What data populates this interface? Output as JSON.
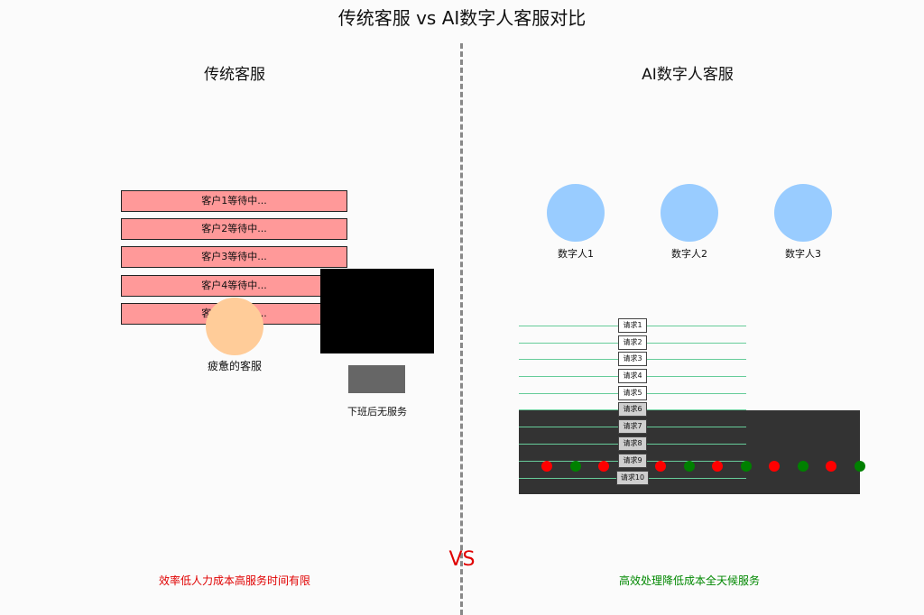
{
  "title": "传统客服 vs AI数字人客服对比",
  "left": {
    "heading": "传统客服",
    "queue": [
      "客户1等待中...",
      "客户2等待中...",
      "客户3等待中...",
      "客户4等待中...",
      "客户5等待中..."
    ],
    "agent_label": "疲惫的客服",
    "closed_label": "下班后无服务",
    "summary": "效率低人力成本高服务时间有限",
    "summary_color": "#e00000"
  },
  "right": {
    "heading": "AI数字人客服",
    "digital_humans": [
      "数字人1",
      "数字人2",
      "数字人3"
    ],
    "requests": [
      "请求1",
      "请求2",
      "请求3",
      "请求4",
      "请求5",
      "请求6",
      "请求7",
      "请求8",
      "请求9",
      "请求10"
    ],
    "summary": "高效处理降低成本全天候服务",
    "summary_color": "#008800"
  },
  "vs_label": "VS",
  "colors": {
    "queue_fill": "#ff9999",
    "agent_fill": "#ffcc99",
    "digital_human_fill": "#99ccff",
    "request_line": "#66cc99",
    "dot_red": "#ff0000",
    "dot_green": "#008000"
  }
}
